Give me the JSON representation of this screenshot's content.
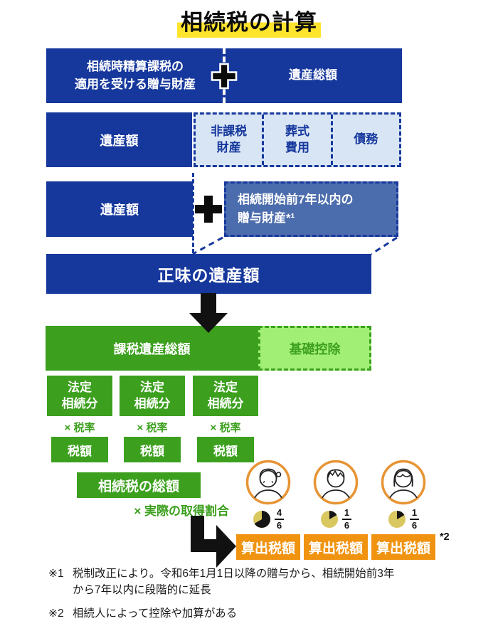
{
  "title": "相続税の計算",
  "colors": {
    "dark_blue": "#16389D",
    "slate_blue": "#4C6DAD",
    "light_blue": "#D8E5F4",
    "green": "#3CA01E",
    "light_green": "#A2EF75",
    "orange": "#F09311",
    "orange_ring": "#E79434",
    "pie_yellow": "#D9C75F",
    "highlight_yellow": "#FFE42E",
    "arrow_black": "#111111"
  },
  "flow": {
    "settlement_gift": "相続時精算課税の\n適用を受ける贈与財産",
    "estate_total": "遺産総額",
    "estate_amount": "遺産額",
    "nontaxable_assets": "非課税\n財産",
    "funeral_costs": "葬式\n費用",
    "debts": "債務",
    "gift_before_7y": "相続開始前7年以内の\n贈与財産*¹",
    "net_estate": "正味の遺産額",
    "taxable_estate": "課税遺産総額",
    "basic_deduction": "基礎控除",
    "statutory_share": "法定\n相続分",
    "times_tax_rate": "× 税率",
    "tax_amount": "税額",
    "total_inheritance_tax": "相続税の総額",
    "times_actual_ratio": "× 実際の取得割合",
    "calculated_tax": "算出税額",
    "note2_marker": "*2"
  },
  "heirs": [
    {
      "person": "elderly-woman",
      "share_label": "4/6",
      "numerator": "4",
      "denominator": "6",
      "share_degrees": 240
    },
    {
      "person": "man",
      "share_label": "1/6",
      "numerator": "1",
      "denominator": "6",
      "share_degrees": 60
    },
    {
      "person": "woman",
      "share_label": "1/6",
      "numerator": "1",
      "denominator": "6",
      "share_degrees": 60
    }
  ],
  "footnotes": [
    {
      "label": "※1",
      "text": "税制改正により。令和6年1月1日以降の贈与から、相続開始前3年\nから7年以内に段階的に延長"
    },
    {
      "label": "※2",
      "text": "相続人によって控除や加算がある"
    }
  ]
}
